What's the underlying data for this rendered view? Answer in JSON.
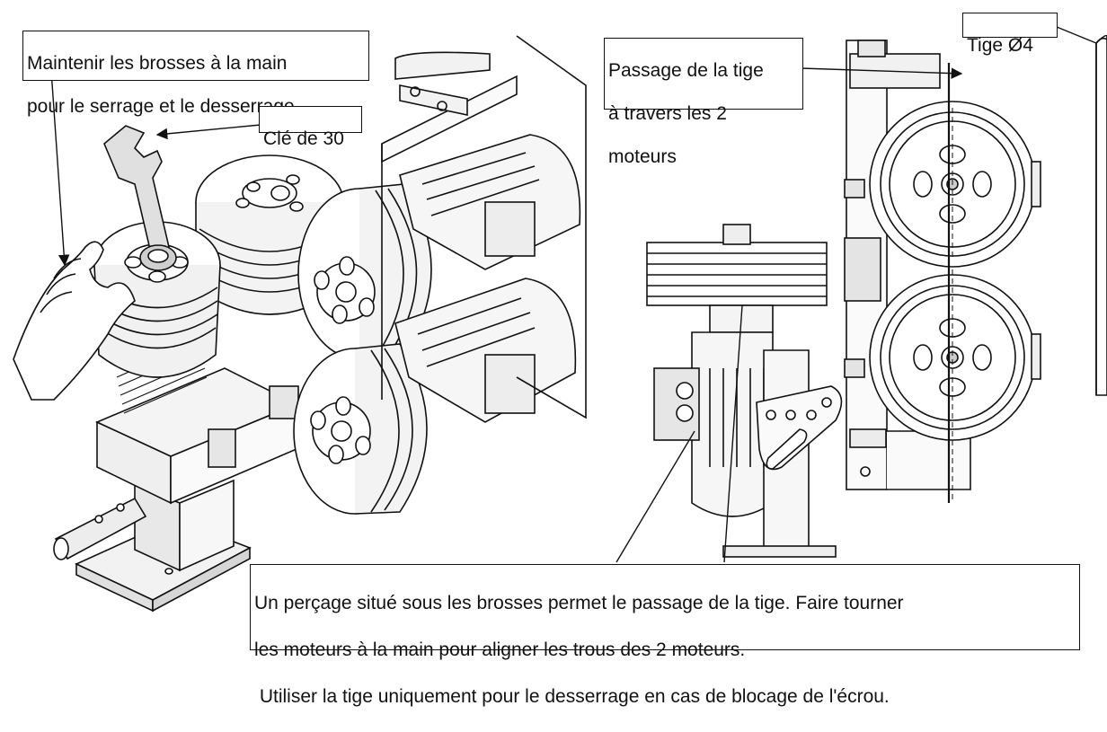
{
  "callouts": {
    "hand_note": {
      "lines": [
        "Maintenir les brosses à la main",
        "pour le serrage et le desserrage"
      ]
    },
    "wrench_note": {
      "lines": [
        "Clé de 30"
      ]
    },
    "rod_pass_note": {
      "lines": [
        "Passage de la tige",
        "à travers les 2",
        "moteurs"
      ]
    },
    "rod_label": {
      "lines": [
        "Tige Ø4"
      ]
    },
    "bottom_note": {
      "lines": [
        "Un perçage situé sous les brosses permet le passage de la tige. Faire tourner",
        "les moteurs à la main pour aligner les trous des 2 moteurs.",
        " Utiliser la tige uniquement pour le desserrage en cas de blocage de l'écrou."
      ]
    }
  },
  "colors": {
    "ink": "#111111",
    "paper": "#ffffff",
    "shade": "#d8d8d8"
  },
  "drawing_parts": [
    "hand-illustration",
    "wrench-icon",
    "brush-wheel",
    "motor-housing",
    "mounting-plate",
    "rod-illustration",
    "leader-arrow"
  ]
}
